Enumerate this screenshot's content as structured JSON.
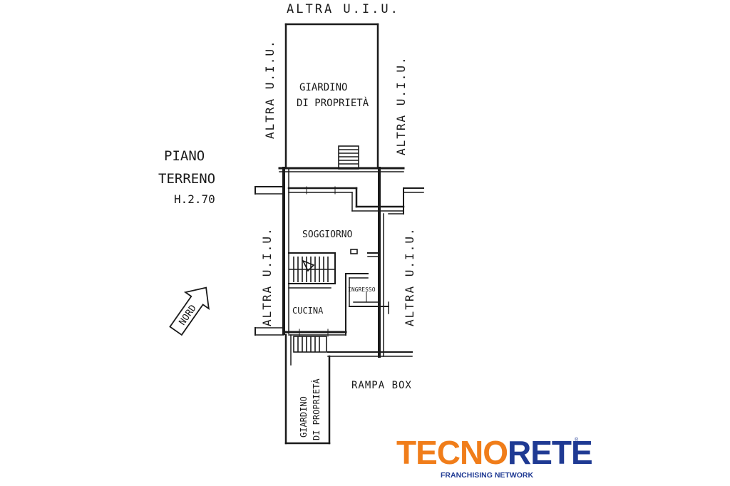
{
  "plan": {
    "floor_label_line1": "PIANO",
    "floor_label_line2": "TERRENO",
    "height_label": "H.2.70",
    "top_neighbor": "ALTRA U.I.U.",
    "left_upper_neighbor": "ALTRA U.I.U.",
    "right_upper_neighbor": "ALTRA U.I.U.",
    "left_lower_neighbor": "ALTRA U.I.U.",
    "right_lower_neighbor": "ALTRA U.I.U.",
    "rear_garden_line1": "GIARDINO",
    "rear_garden_line2": "DI PROPRIETÀ",
    "front_garden_line1": "GIARDINO",
    "front_garden_line2": "DI PROPRIETÀ",
    "living_room": "SOGGIORNO",
    "kitchen": "CUCINA",
    "entrance": "INGRESSO",
    "ramp": "RAMPA BOX",
    "north_label": "NORD"
  },
  "logo": {
    "brand_left": "TECN",
    "brand_o": "O",
    "brand_right": "RETE",
    "registered": "®",
    "tagline": "FRANCHISING NETWORK",
    "colors": {
      "orange": "#f07d1a",
      "blue": "#1f3a93"
    }
  }
}
